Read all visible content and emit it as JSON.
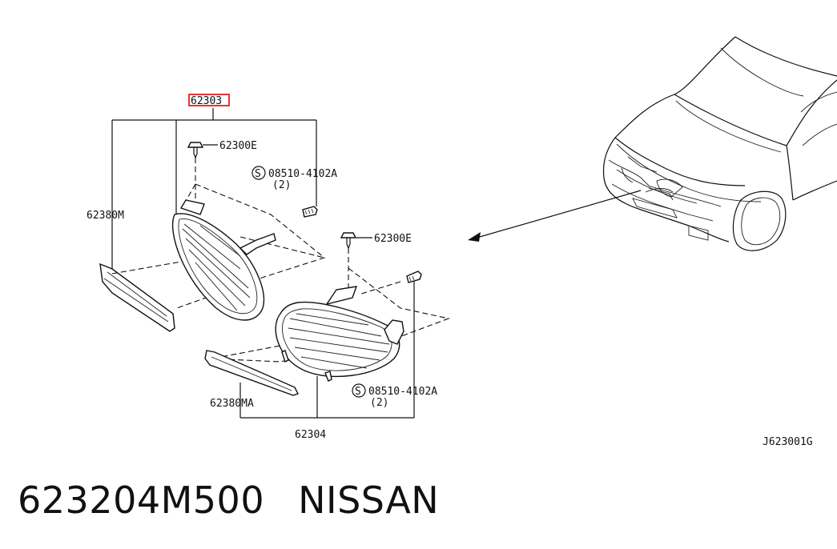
{
  "labels": {
    "top_part": "62303",
    "clip_left": "62300E",
    "screw_left_number": "08510-4102A",
    "screw_left_qty": "(2)",
    "moulding_left": "62380M",
    "clip_right": "62300E",
    "screw_right_number": "08510-4102A",
    "screw_right_qty": "(2)",
    "moulding_right": "62380MA",
    "bottom_part": "62304",
    "screw_symbol": "S",
    "diagram_code": "J623001G"
  },
  "footer": {
    "part_number": "623204M500",
    "brand": "NISSAN"
  },
  "colors": {
    "highlight": "#e02020",
    "line": "#111111"
  }
}
